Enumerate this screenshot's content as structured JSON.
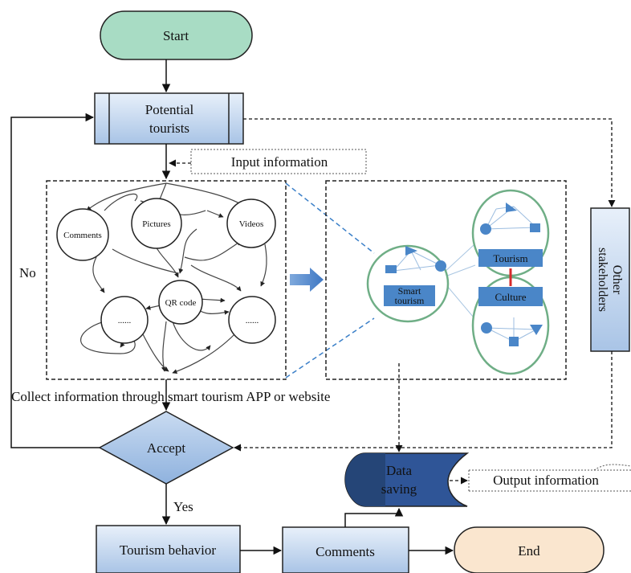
{
  "nodes": {
    "start": "Start",
    "potential_tourists_line1": "Potential",
    "potential_tourists_line2": "tourists",
    "input_information": "Input information",
    "comments_circle": "Comments",
    "pictures_circle": "Pictures",
    "videos_circle": "Videos",
    "qr_code_circle": "QR code",
    "ellipsis_left": "......",
    "ellipsis_right": "......",
    "no_label": "No",
    "smart_tourism_line1": "Smart",
    "smart_tourism_line2": "tourism",
    "tourism_box": "Tourism",
    "culture_box": "Culture",
    "other_stakeholders_line1": "Other",
    "other_stakeholders_line2": "stakeholders",
    "collect_information": "Collect information through smart tourism APP or website",
    "accept": "Accept",
    "yes_label": "Yes",
    "data_saving_line1": "Data",
    "data_saving_line2": "saving",
    "output_information": "Output information",
    "tourism_behavior": "Tourism behavior",
    "comments_box": "Comments",
    "end": "End"
  },
  "colors": {
    "start_fill": "#a8dcc4",
    "end_fill": "#fae6cf",
    "box_fill": "#bdd3ee",
    "box_fill_light": "#e2ecf8",
    "diamond_fill": "#a9c6e8",
    "data_dark": "#2f5597",
    "network_green": "#6fae86",
    "network_blue": "#4a86c8",
    "link_red": "#d62b2b"
  }
}
